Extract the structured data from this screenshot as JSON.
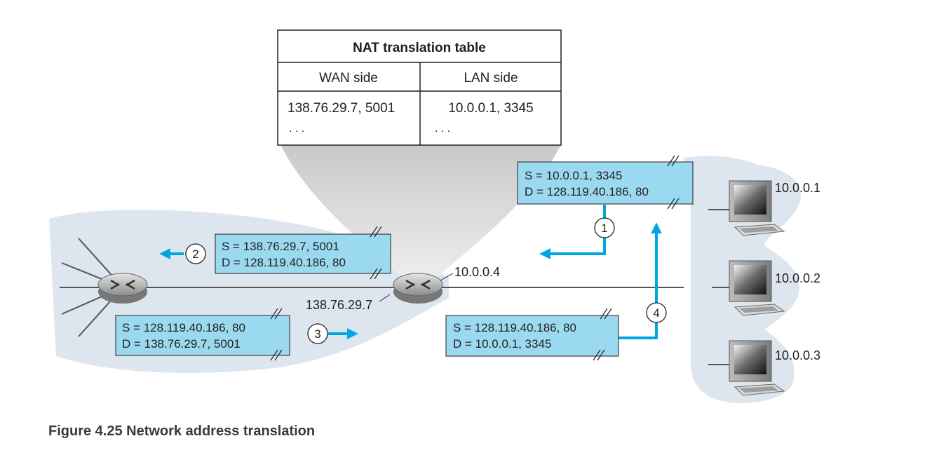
{
  "nat_table": {
    "title": "NAT translation table",
    "col_wan": "WAN side",
    "col_lan": "LAN side",
    "rows": [
      {
        "wan": "138.76.29.7, 5001",
        "lan": "10.0.0.1, 3345"
      },
      {
        "wan": ". . .",
        "lan": ". . ."
      }
    ]
  },
  "packets": {
    "p1": {
      "s": "S = 10.0.0.1, 3345",
      "d": "D = 128.119.40.186, 80"
    },
    "p2": {
      "s": "S = 138.76.29.7, 5001",
      "d": "D = 128.119.40.186, 80"
    },
    "p3": {
      "s": "S = 128.119.40.186, 80",
      "d": "D = 138.76.29.7, 5001"
    },
    "p4": {
      "s": "S = 128.119.40.186, 80",
      "d": "D = 10.0.0.1, 3345"
    }
  },
  "steps": [
    "1",
    "2",
    "3",
    "4"
  ],
  "addresses": {
    "nat_lan": "10.0.0.4",
    "nat_wan": "138.76.29.7"
  },
  "hosts": [
    "10.0.0.1",
    "10.0.0.2",
    "10.0.0.3"
  ],
  "colors": {
    "packet_fill": "#9ad9f0",
    "arrow": "#00a6e0",
    "network_cloud": "#dde6ee"
  },
  "caption": "Figure 4.25 Network address translation"
}
